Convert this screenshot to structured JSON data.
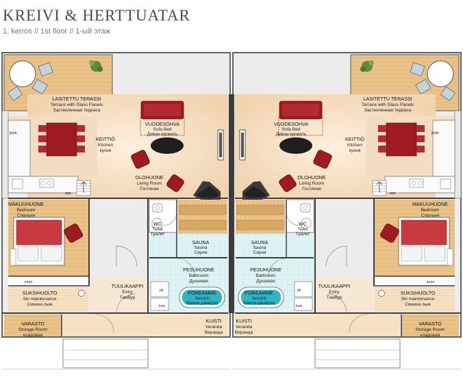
{
  "header": {
    "title": "KREIVI & HERTTUATAR",
    "subtitle": "1. kerros // 1st floor // 1-ый этаж"
  },
  "rooms": {
    "terrace": {
      "fi": "LASITETTU TERASSI",
      "en": "Terrace with Glass Panels",
      "ru": "Застекленная терраса"
    },
    "sofa": {
      "fi": "VUODESOHVA",
      "en": "Sofa Bed",
      "ru": "Диван-кровать"
    },
    "kitchen": {
      "fi": "KEITTIÖ",
      "en": "Kitchen",
      "ru": "кухня"
    },
    "living": {
      "fi": "OLOHUONE",
      "en": "Living Room",
      "ru": "Гостиная"
    },
    "bedroom": {
      "fi": "MAKUUHUONE",
      "en": "Bedroom",
      "ru": "Спальня"
    },
    "wc": {
      "fi": "WC",
      "en": "Toilet",
      "ru": "Туалет"
    },
    "sauna": {
      "fi": "SAUNA",
      "en": "Sauna",
      "ru": "Сауна"
    },
    "bathroom": {
      "fi": "PESUHUONE",
      "en": "Bathroom",
      "ru": "Душевая"
    },
    "entry": {
      "fi": "TUULIKAAPPI",
      "en": "Entry",
      "ru": "Тамбур"
    },
    "ski": {
      "fi": "SUKSIHUOLTO",
      "en": "Ski  maintenance",
      "ru": "Смазка лыж"
    },
    "jacuzzi": {
      "fi": "POREAMME",
      "en": "Jacuzzi",
      "ru": "Ванна-джакузи"
    },
    "storage": {
      "fi": "VARASTO",
      "en": "Storage Room",
      "ru": "кладовая"
    },
    "veranda": {
      "fi": "KUISTI",
      "en": "Veranda",
      "ru": "Веранда"
    }
  },
  "fixtures": {
    "jkpk": "jk/pk",
    "apk": "apk",
    "imuri": "imuri",
    "pk": "pk",
    "kuiv": "kuiv"
  },
  "colors": {
    "wall": "#3c3c3c",
    "floor_living": "#f4dcc2",
    "floor_wood": "#e8c288",
    "bathroom_tile": "#d9f0f2",
    "furniture_red": "#9e1b22",
    "jacuzzi": "#2cb6c8"
  }
}
